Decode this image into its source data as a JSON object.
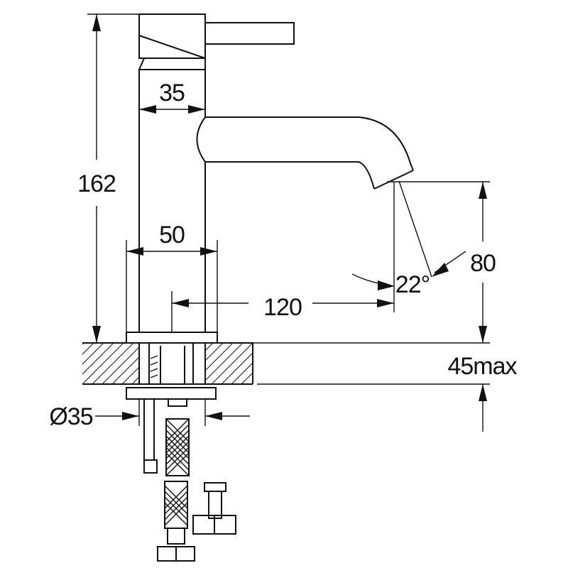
{
  "dimensions": {
    "total_height": "162",
    "handle_diameter": "35",
    "body_width": "50",
    "spout_reach": "120",
    "spout_angle": "22°",
    "spout_clearance": "80",
    "deck_thickness": "45max",
    "hole_diameter": "Ø35"
  },
  "colors": {
    "ink": "#111111",
    "background": "#ffffff"
  }
}
